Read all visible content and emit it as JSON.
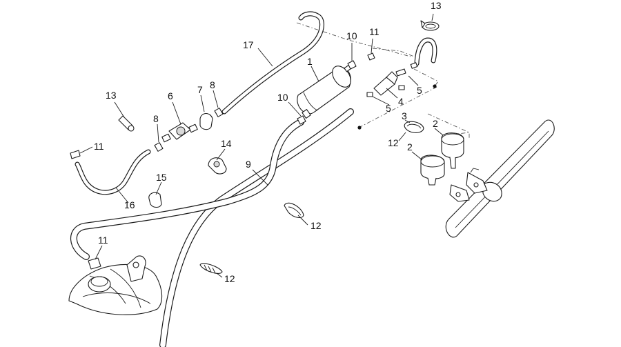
{
  "callouts": [
    {
      "id": "c13a",
      "label": "13"
    },
    {
      "id": "c10a",
      "label": "10"
    },
    {
      "id": "c11a",
      "label": "11"
    },
    {
      "id": "c17",
      "label": "17"
    },
    {
      "id": "c1",
      "label": "1"
    },
    {
      "id": "c5a",
      "label": "5"
    },
    {
      "id": "c13b",
      "label": "13"
    },
    {
      "id": "c6",
      "label": "6"
    },
    {
      "id": "c7",
      "label": "7"
    },
    {
      "id": "c8a",
      "label": "8"
    },
    {
      "id": "c10b",
      "label": "10"
    },
    {
      "id": "c4",
      "label": "4"
    },
    {
      "id": "c5b",
      "label": "5"
    },
    {
      "id": "c3",
      "label": "3"
    },
    {
      "id": "c8b",
      "label": "8"
    },
    {
      "id": "c2a",
      "label": "2"
    },
    {
      "id": "c12a",
      "label": "12"
    },
    {
      "id": "c2b",
      "label": "2"
    },
    {
      "id": "c11b",
      "label": "11"
    },
    {
      "id": "c14",
      "label": "14"
    },
    {
      "id": "c9",
      "label": "9"
    },
    {
      "id": "c15",
      "label": "15"
    },
    {
      "id": "c16",
      "label": "16"
    },
    {
      "id": "c12b",
      "label": "12"
    },
    {
      "id": "c11c",
      "label": "11"
    },
    {
      "id": "c12c",
      "label": "12"
    }
  ]
}
